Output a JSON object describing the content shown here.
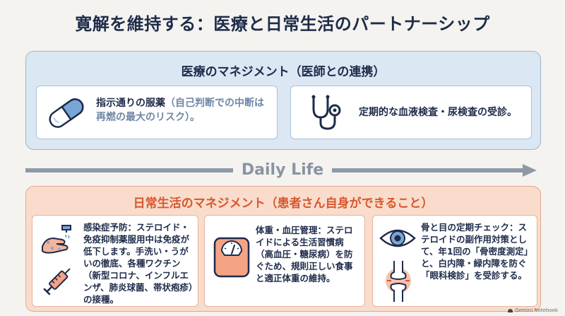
{
  "title": "寛解を維持する：医療と日常生活のパートナーシップ",
  "medical": {
    "heading": "医療のマネジメント（医師との連携）",
    "cards": [
      {
        "icon": "capsule-icon",
        "strong": "指示通りの服薬",
        "muted": "（自己判断での中断は再燃の最大のリスク）。"
      },
      {
        "icon": "stethoscope-icon",
        "strong": "定期的な血液検査・尿検査の受診。"
      }
    ]
  },
  "arrow": {
    "label": "Daily Life"
  },
  "daily": {
    "heading": "日常生活のマネジメント（患者さん自身ができること）",
    "cards": [
      {
        "icons": [
          "handwashing-icon",
          "syringe-icon"
        ],
        "text": "感染症予防：ステロイド・免疫抑制薬服用中は免疫が低下します。手洗い・うがいの徹底、各種ワクチン（新型コロナ、インフルエンザ、肺炎球菌、帯状疱疹）の接種。"
      },
      {
        "icons": [
          "scale-icon"
        ],
        "text": "体重・血圧管理：ステロイドによる生活習慣病（高血圧・糖尿病）を防ぐため、規則正しい食事と適正体重の維持。"
      },
      {
        "icons": [
          "eye-icon",
          "joint-icon"
        ],
        "text": "骨と目の定期チェック：ステロイドの副作用対策として、年1回の「骨密度測定」と、白内障・緑内障を防ぐ「眼科検診」を受診する。"
      }
    ]
  },
  "footer": {
    "brand": "Gemini Notebook"
  },
  "colors": {
    "navy": "#1e2b4a",
    "medBg": "#dbe7f3",
    "dailyBg": "#f9dccc",
    "accent": "#d8572d"
  }
}
